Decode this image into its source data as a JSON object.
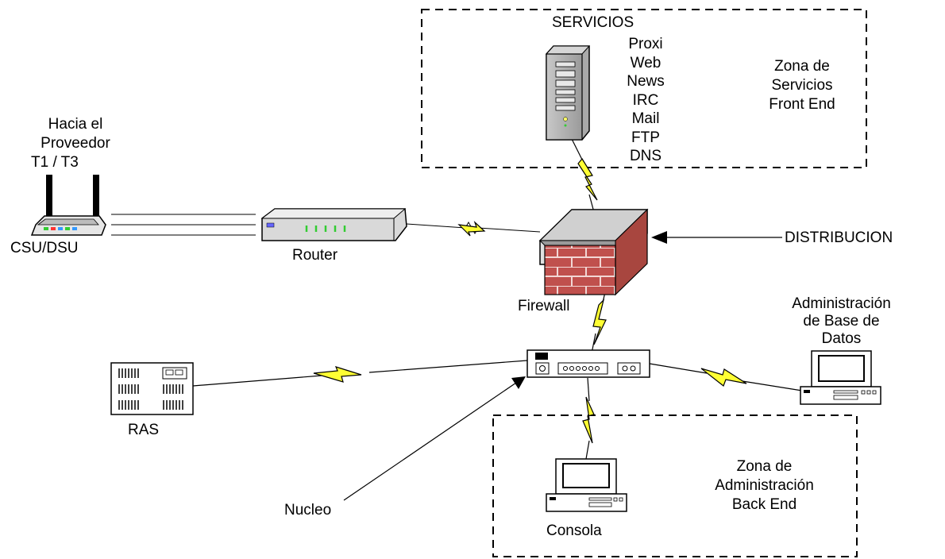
{
  "zones": {
    "services": {
      "title": "SERVICIOS",
      "items": [
        "Proxi",
        "Web",
        "News",
        "IRC",
        "Mail",
        "FTP",
        "DNS"
      ],
      "zone_label": [
        "Zona de",
        "Servicios",
        "Front End"
      ]
    },
    "admin": {
      "zone_label": [
        "Zona de",
        "Administración",
        "Back End"
      ]
    }
  },
  "labels": {
    "provider": [
      "Hacia el",
      "Proveedor"
    ],
    "link_type": "T1 / T3",
    "csu": "CSU/DSU",
    "router": "Router",
    "firewall": "Firewall",
    "distribucion": "DISTRIBUCION",
    "db_admin": [
      "Administración",
      "de Base de",
      "Datos"
    ],
    "ras": "RAS",
    "nucleo": "Nucleo",
    "consola": "Consola"
  },
  "colors": {
    "lightning": "#ffff33",
    "brick": "#c0504d",
    "mortar": "#f2d7d5",
    "device_gray": "#d4d4d4",
    "led_green": "#33cc33"
  }
}
